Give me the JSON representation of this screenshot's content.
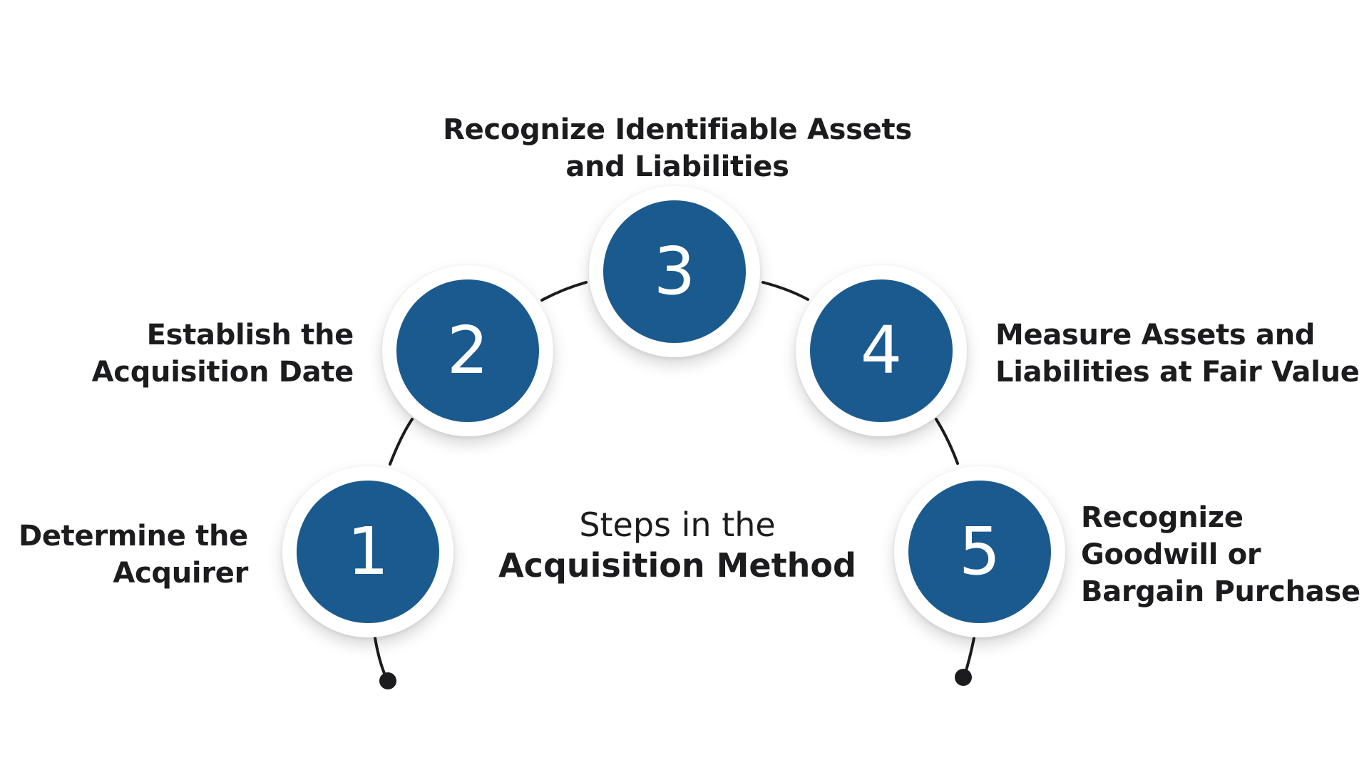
{
  "diagram": {
    "title_line1": "Steps in the",
    "title_line2": "Acquisition Method",
    "colors": {
      "node_fill": "#1b5a8e",
      "node_ring": "#ffffff",
      "text": "#1c1c1e",
      "connector": "#1c1c1e"
    },
    "steps": [
      {
        "number": "1",
        "label_lines": [
          "Determine the",
          "Acquirer"
        ]
      },
      {
        "number": "2",
        "label_lines": [
          "Establish the",
          "Acquisition Date"
        ]
      },
      {
        "number": "3",
        "label_lines": [
          "Recognize Identifiable Assets",
          "and Liabilities"
        ]
      },
      {
        "number": "4",
        "label_lines": [
          "Measure Assets and",
          "Liabilities at Fair Value"
        ]
      },
      {
        "number": "5",
        "label_lines": [
          "Recognize",
          "Goodwill or",
          "Bargain Purchase"
        ]
      }
    ]
  }
}
